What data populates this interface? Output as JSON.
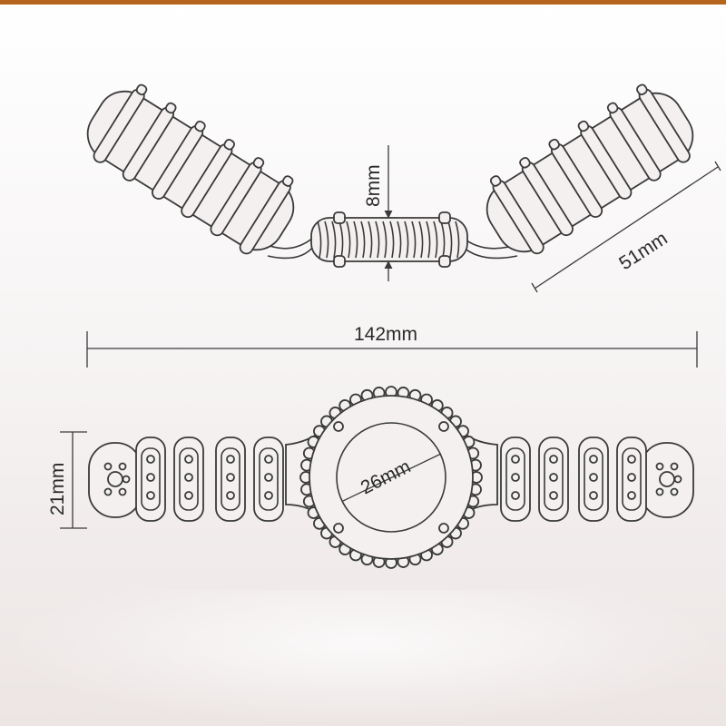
{
  "dimensions": {
    "center_thickness": "8mm",
    "arm_length": "51mm",
    "total_length": "142mm",
    "roller_diameter": "21mm",
    "ring_diameter": "26mm"
  },
  "colors": {
    "top_bar": "#b5651d",
    "line": "#3a3a3a"
  }
}
